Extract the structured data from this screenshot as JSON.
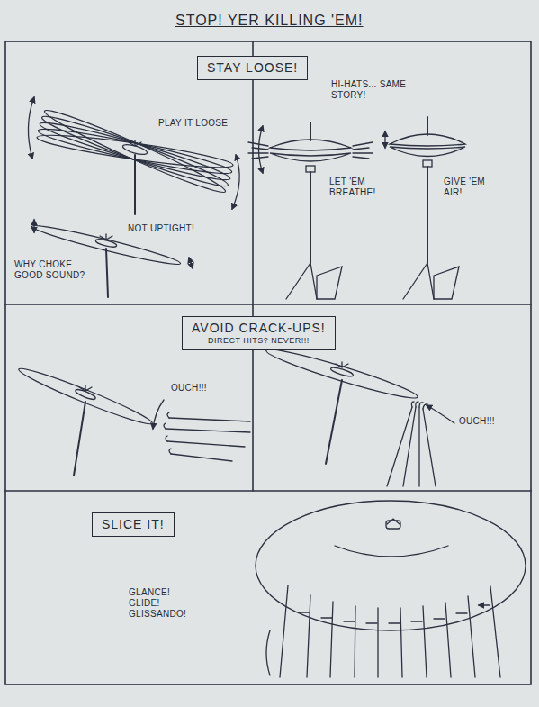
{
  "diagram": {
    "title": "STOP! YER KILLING 'EM!",
    "nodes": [
      {
        "text": [
          "STAY LOOSE!"
        ]
      },
      {
        "text": [
          "AVOID CRACK-UPS!",
          "DIRECT HITS? NEVER!!!"
        ]
      },
      {
        "text": [
          "SLICE IT!"
        ]
      }
    ],
    "labels": [
      "PLAY IT LOOSE",
      "NOT UPTIGHT!",
      "WHY CHOKE GOOD SOUND?",
      "HI-HATS... SAME STORY!",
      "LET 'EM BREATHE!",
      "GIVE 'EM AIR!",
      "OUCH!!!",
      "OUCH!!!",
      "GLANCE! GLIDE! GLISSANDO!"
    ]
  }
}
